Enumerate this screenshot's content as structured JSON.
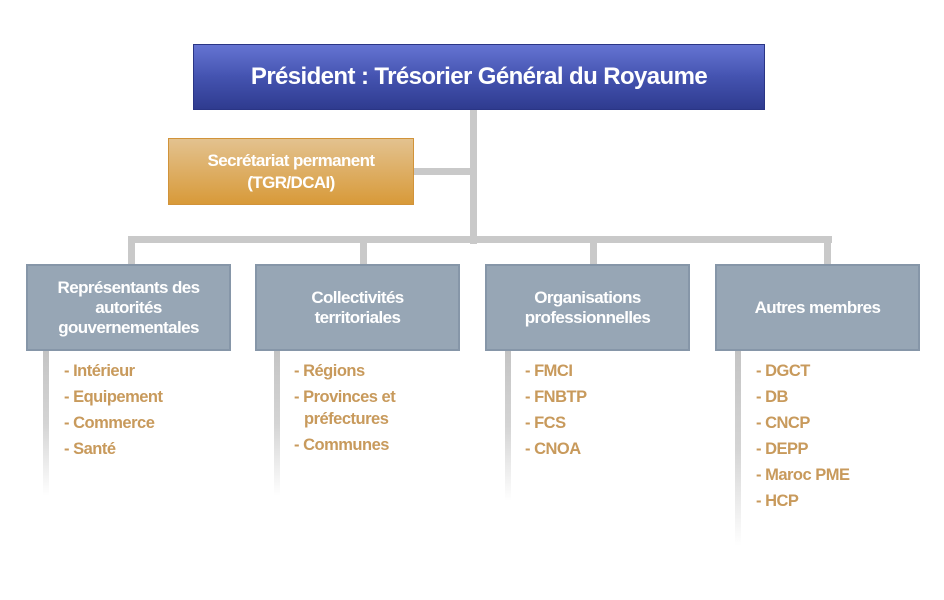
{
  "president": "Président : Trésorier Général du Royaume",
  "secretariat": {
    "line1": "Secrétariat permanent",
    "line2": "(TGR/DCAI)"
  },
  "categories": [
    {
      "title": "Représentants des autorités gouvernementales",
      "items": [
        "- Intérieur",
        "- Equipement",
        "- Commerce",
        "- Santé"
      ]
    },
    {
      "title": "Collectivités territoriales",
      "items": [
        "- Régions",
        "- Provinces et préfectures",
        "- Communes"
      ]
    },
    {
      "title": "Organisations professionnelles",
      "items": [
        "- FMCI",
        "- FNBTP",
        "- FCS",
        "- CNOA"
      ]
    },
    {
      "title": "Autres membres",
      "items": [
        "- DGCT",
        "- DB",
        "- CNCP",
        "- DEPP",
        "- Maroc PME",
        "- HCP"
      ]
    }
  ]
}
